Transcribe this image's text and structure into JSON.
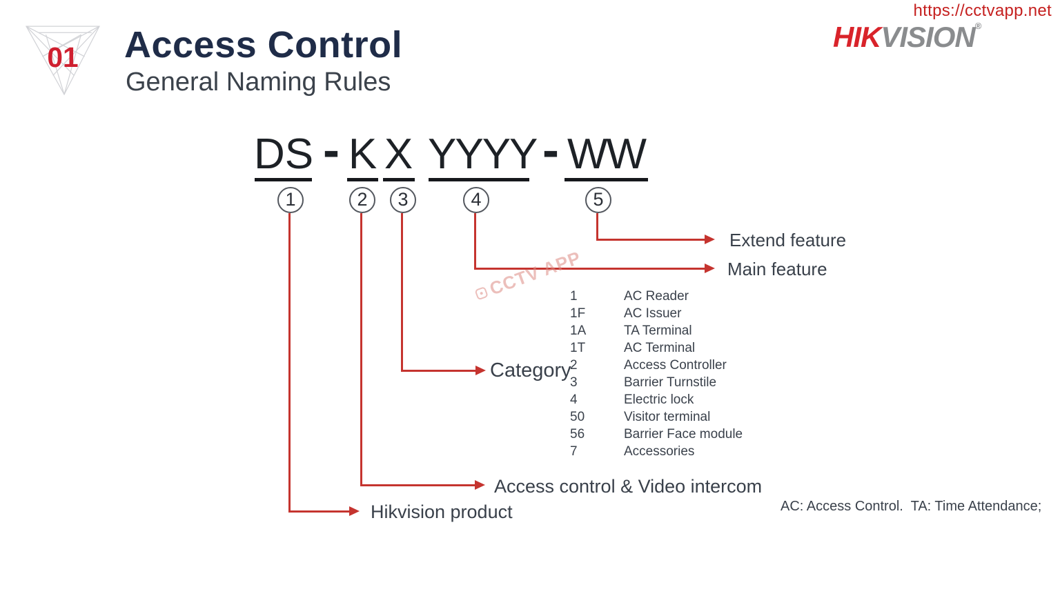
{
  "slide": {
    "badge": "01",
    "title": "Access Control",
    "subtitle": "General Naming Rules",
    "site_url": "https://cctvapp.net",
    "brand": {
      "hik": "HIK",
      "vision": "VISION",
      "registered": "®"
    }
  },
  "naming": {
    "segments": {
      "ds": "DS",
      "k": "K",
      "x": "X",
      "yyyy": "YYYY",
      "ww": "WW"
    },
    "separator": "-",
    "markers": [
      "1",
      "2",
      "3",
      "4",
      "5"
    ]
  },
  "callouts": {
    "extend_feature": "Extend feature",
    "main_feature": "Main feature",
    "category": "Category",
    "access_video": "Access control & Video intercom",
    "hik_product": "Hikvision product"
  },
  "category_list": {
    "items": [
      {
        "code": "1",
        "label": "AC Reader"
      },
      {
        "code": "1F",
        "label": "AC Issuer"
      },
      {
        "code": "1A",
        "label": "TA Terminal"
      },
      {
        "code": "1T",
        "label": "AC Terminal"
      },
      {
        "code": "2",
        "label": "Access Controller"
      },
      {
        "code": "3",
        "label": "Barrier Turnstile"
      },
      {
        "code": "4",
        "label": "Electric lock"
      },
      {
        "code": "50",
        "label": "Visitor terminal"
      },
      {
        "code": "56",
        "label": "Barrier Face module"
      },
      {
        "code": "7",
        "label": "Accessories"
      }
    ]
  },
  "footnote": "AC: Access Control.  TA: Time Attendance;",
  "watermark": "CCTV APP",
  "colors": {
    "accent_red": "#c5342f",
    "title_navy": "#1f2c48",
    "body_text": "#3a414b",
    "logo_red": "#d9232a",
    "logo_gray": "#8a8c8e",
    "letter_black": "#1d2126",
    "url_red": "#c5201f",
    "watermark_pink": "#dd8b84"
  }
}
